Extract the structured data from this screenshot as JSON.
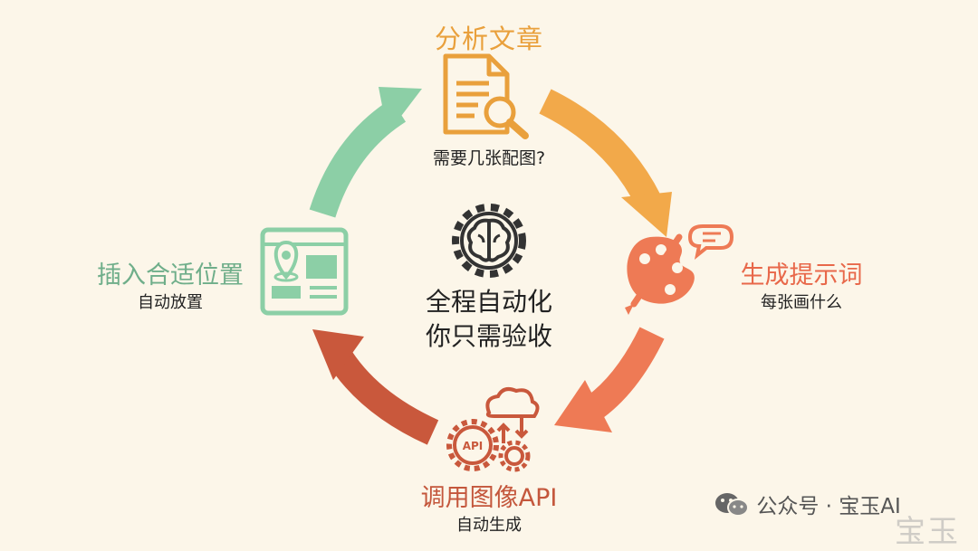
{
  "steps": {
    "analyze": {
      "title": "分析文章",
      "subtitle": "需要几张配图?"
    },
    "prompt": {
      "title": "生成提示词",
      "subtitle": "每张画什么"
    },
    "api": {
      "title": "调用图像API",
      "subtitle": "自动生成",
      "badge": "API"
    },
    "insert": {
      "title": "插入合适位置",
      "subtitle": "自动放置"
    }
  },
  "center": {
    "line1": "全程自动化",
    "line2": "你只需验收"
  },
  "footer": {
    "account": "公众号 · 宝玉AI",
    "watermark": "宝玉"
  },
  "colors": {
    "analyze": "#f2a94a",
    "prompt": "#ee7a55",
    "api": "#c9583c",
    "insert": "#8ccfa6",
    "background": "#fcf6e9"
  },
  "icons": {
    "analyze": "document-search-icon",
    "prompt": "palette-brush-icon",
    "api": "cloud-gears-api-icon",
    "insert": "layout-location-icon",
    "center": "gear-brain-icon",
    "footer": "wechat-icon"
  }
}
